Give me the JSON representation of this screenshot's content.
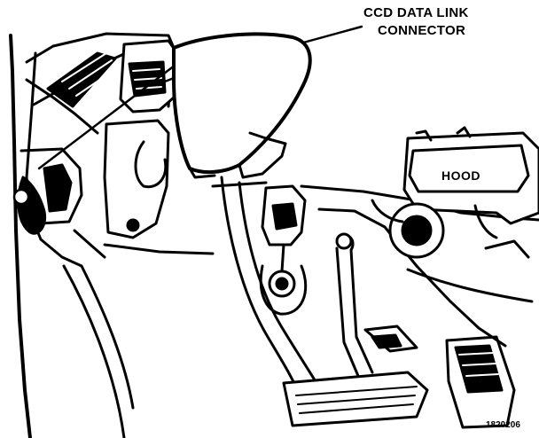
{
  "callout": {
    "line1": "CCD DATA LINK",
    "line2": "CONNECTOR"
  },
  "hood_label": "HOOD",
  "figure_id": "1820206"
}
